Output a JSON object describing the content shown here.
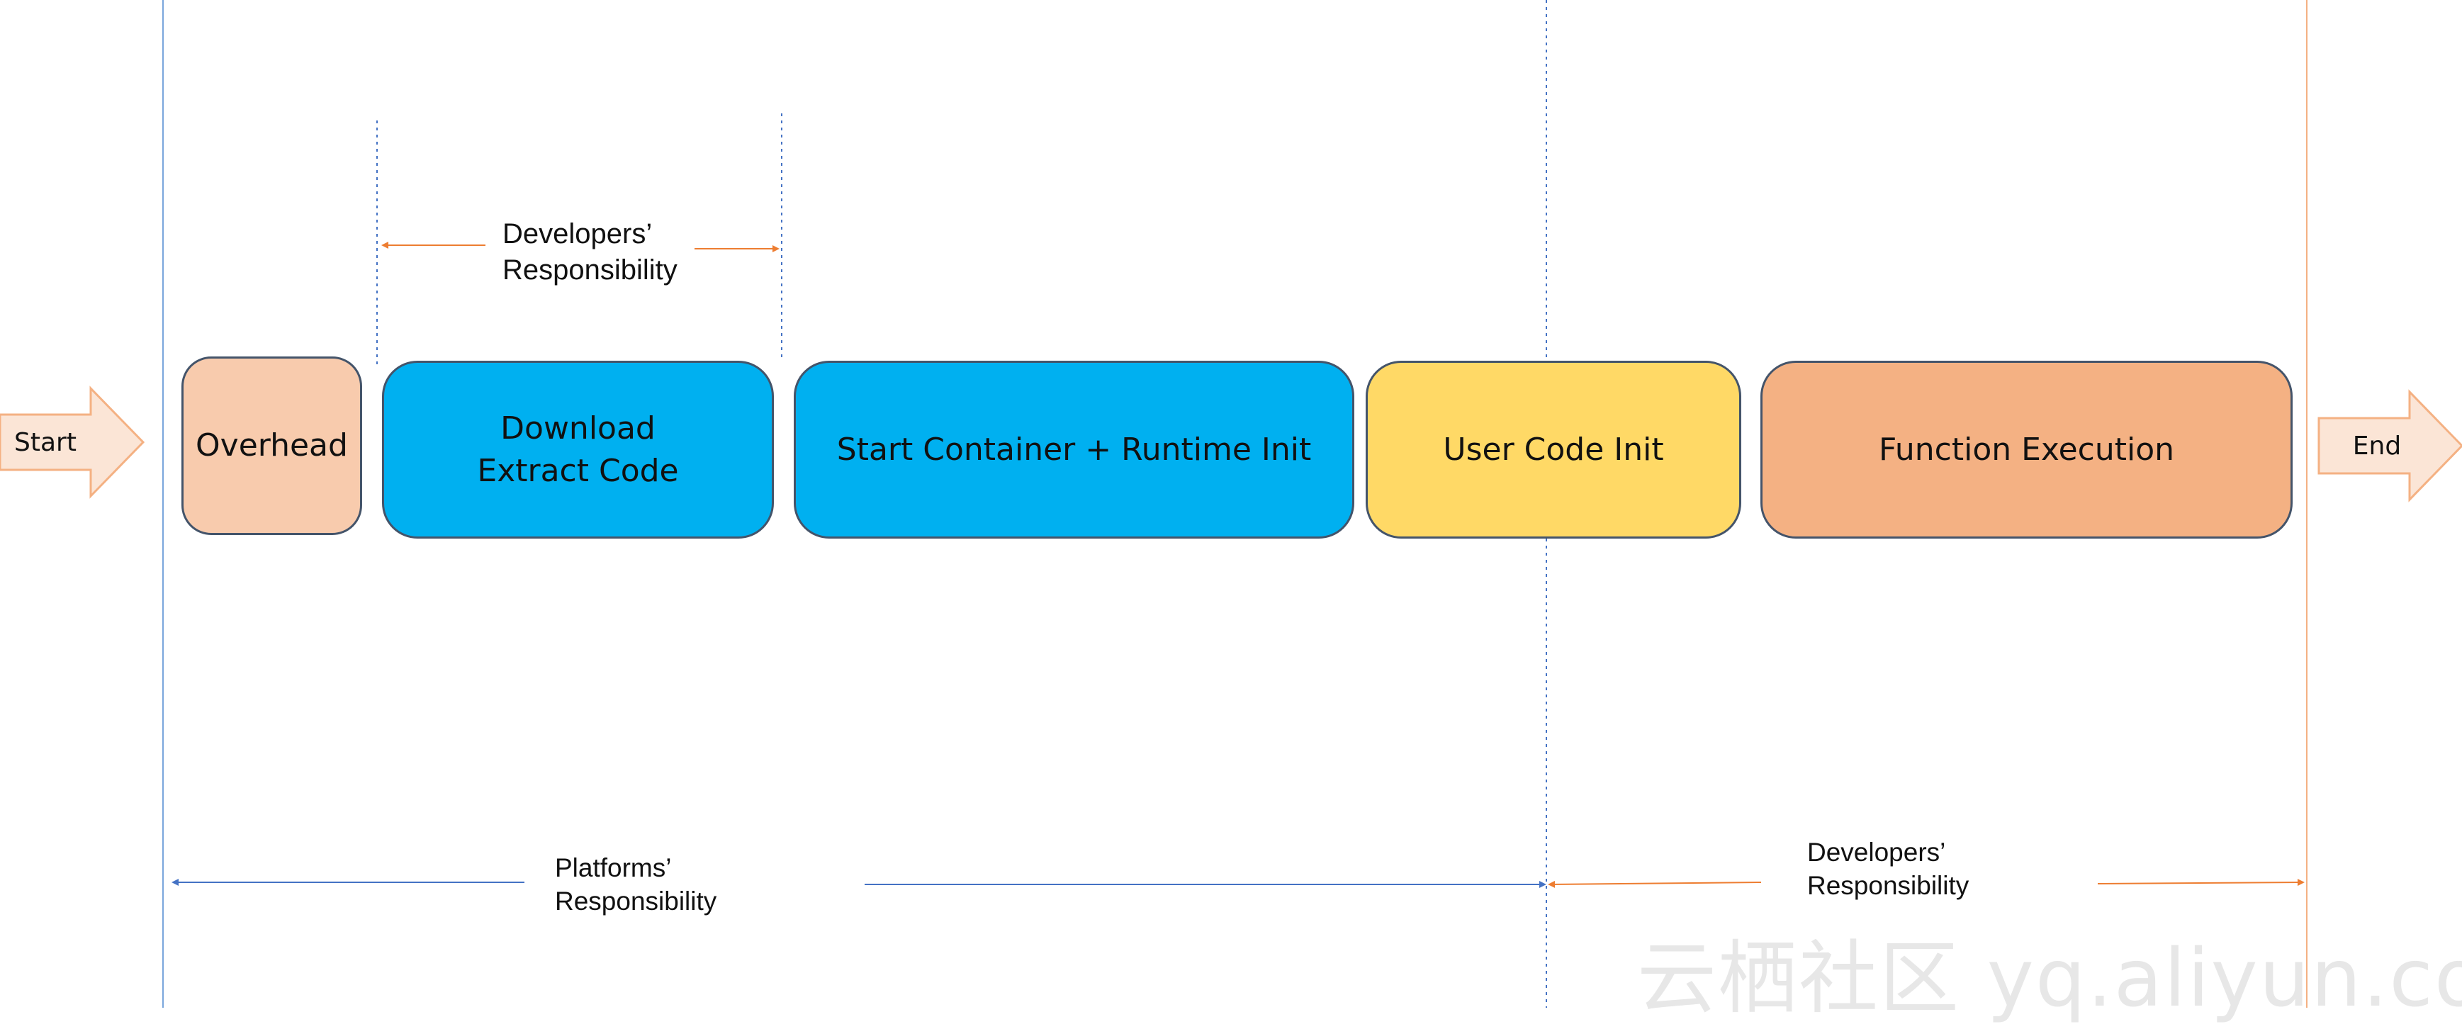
{
  "steps": {
    "start": "Start",
    "overhead": "Overhead",
    "download_line1": "Download",
    "download_line2": "Extract Code",
    "container": "Start Container + Runtime Init",
    "user_code": "User Code Init",
    "function_exec": "Function Execution",
    "end": "End"
  },
  "responsibility": {
    "top_line1": "Developers’",
    "top_line2": "Responsibility",
    "platform_line1": "Platforms’",
    "platform_line2": "Responsibility",
    "dev_bottom_line1": "Developers’",
    "dev_bottom_line2": "Responsibility"
  },
  "watermark": "云栖社区 yq.aliyun.com",
  "colors": {
    "overhead": "#f8cbad",
    "blue": "#00b0f0",
    "yellow": "#ffd966",
    "orange": "#f4b183",
    "arrow_fill": "#fbe5d6",
    "arrow_stroke": "#f4b183",
    "platform_line": "#4472c4",
    "developer_line": "#ed7d31"
  }
}
